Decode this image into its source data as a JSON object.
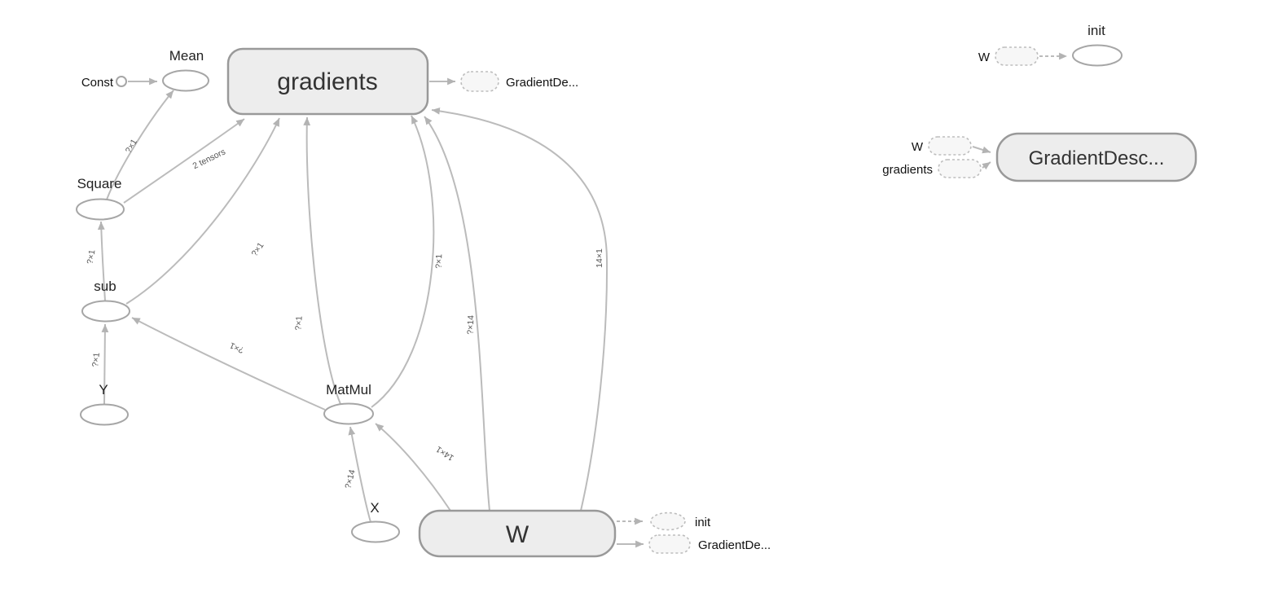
{
  "colors": {
    "bg": "#ffffff",
    "node-fill": "#ededed",
    "node-stroke": "#999999",
    "ellipse-fill": "#ffffff",
    "ellipse-stroke": "#a6a6a6",
    "edge": "#bbbbbb",
    "dashed-fill": "#f7f7f7",
    "dashed-stroke": "#bdbdbd",
    "label": "#222222",
    "edge-label": "#555555"
  },
  "graph": {
    "nodes": {
      "const": "Const",
      "mean": "Mean",
      "gradients": "gradients",
      "square": "Square",
      "sub": "sub",
      "y": "Y",
      "matmul": "MatMul",
      "x": "X",
      "w": "W"
    },
    "annotations": {
      "gradients_out": "GradientDe...",
      "w_init": "init",
      "w_gd": "GradientDe..."
    },
    "edge_labels": {
      "square_mean": "?×1",
      "square_gradients": "2 tensors",
      "sub_square": "?×1",
      "sub_gradients": "?×1",
      "y_sub": "?×1",
      "matmul_sub": "?×1",
      "matmul_gradients_a": "?×1",
      "matmul_gradients_b": "?×1",
      "w_gradients_a": "?×14",
      "w_gradients_b": "14×1",
      "x_matmul": "?×14",
      "w_matmul": "14×1"
    }
  },
  "aux": {
    "init": {
      "title": "init",
      "input_w": "W"
    },
    "gradient_descent": {
      "title": "GradientDesc...",
      "input_w": "W",
      "input_gradients": "gradients"
    }
  }
}
